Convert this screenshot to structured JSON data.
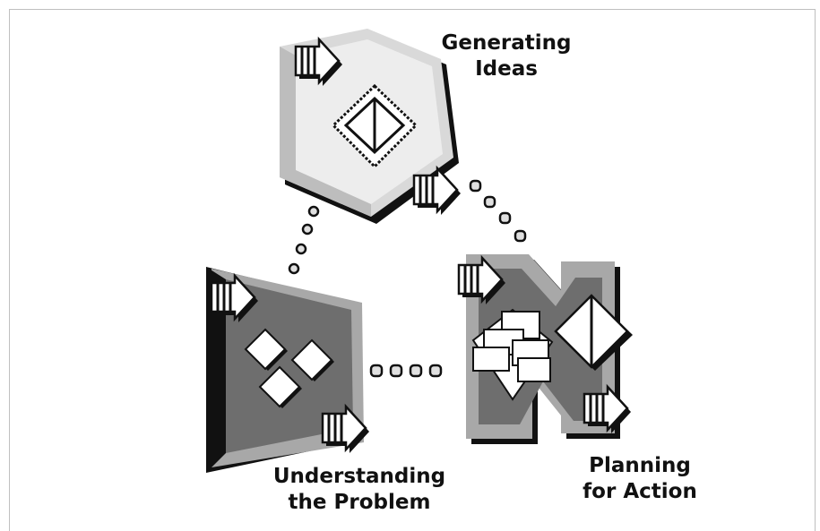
{
  "stages": {
    "generating": {
      "line1": "Generating",
      "line2": "Ideas"
    },
    "understanding": {
      "line1": "Understanding",
      "line2": "the Problem"
    },
    "planning": {
      "line1": "Planning",
      "line2": "for Action"
    }
  },
  "colors": {
    "ink": "#111111",
    "light_gray": "#e4e4e4",
    "mid_gray": "#a8a8a8",
    "dark_gray": "#6e6e6e",
    "paper": "#ffffff"
  },
  "icons": [
    "arrow-right-icon",
    "diamond-icon",
    "connector-dots",
    "document-stack-icon"
  ]
}
